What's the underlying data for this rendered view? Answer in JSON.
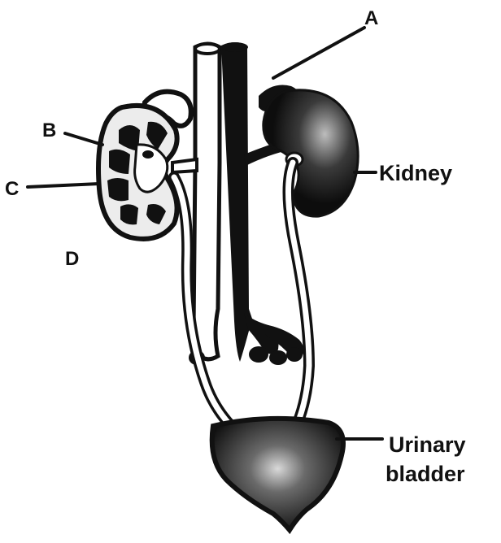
{
  "labels": {
    "a": "A",
    "b": "B",
    "c": "C",
    "d": "D",
    "kidney": "Kidney",
    "bladder_line1": "Urinary",
    "bladder_line2": "bladder"
  },
  "colors": {
    "ink": "#111111",
    "paper": "#ffffff",
    "cortex": "#e8e8e8",
    "bladder_highlight": "#d8d8d8"
  }
}
